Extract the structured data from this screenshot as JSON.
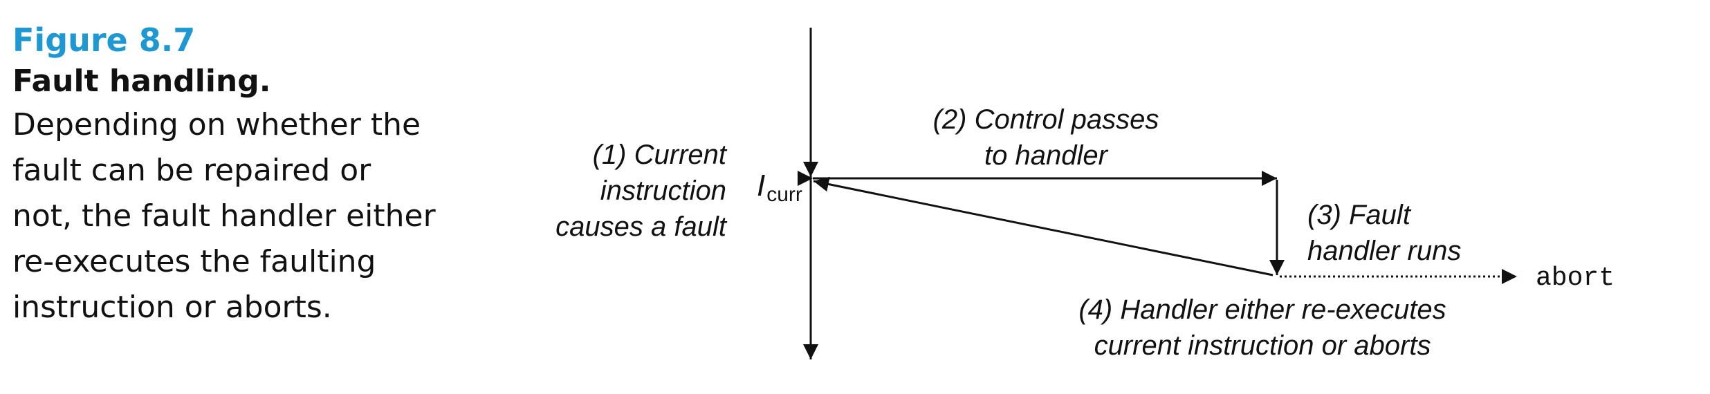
{
  "caption": {
    "figure_number": "Figure 8.7",
    "title": "Fault  handling.",
    "body_lines": [
      "Depending on whether the",
      "fault can be repaired or",
      "not, the fault handler either",
      "re-executes the faulting",
      "instruction or aborts."
    ]
  },
  "diagram": {
    "instruction_label": "I",
    "instruction_subscript": "curr",
    "step1_lines": [
      "(1) Current",
      "instruction",
      "causes a fault"
    ],
    "step2_lines": [
      "(2) Control passes",
      "to handler"
    ],
    "step3_lines": [
      "(3) Fault",
      "handler runs"
    ],
    "step4_lines": [
      "(4) Handler either re-executes",
      "current instruction or aborts"
    ],
    "abort_label": "abort"
  }
}
